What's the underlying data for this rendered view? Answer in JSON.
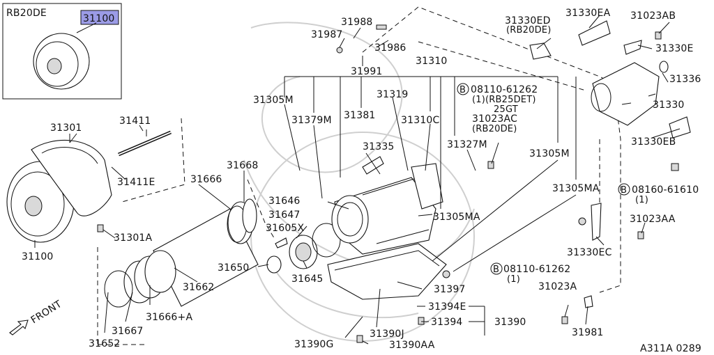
{
  "inset": {
    "model": "RB20DE",
    "part": "31100"
  },
  "labels": {
    "l31987": "31987",
    "l31988": "31988",
    "l31986": "31986",
    "l31991": "31991",
    "l31310": "31310",
    "l31319": "31319",
    "l31305M_a": "31305M",
    "l31379M": "31379M",
    "l31381": "31381",
    "l31310C": "31310C",
    "l31335": "31335",
    "l31327M": "31327M",
    "l31305M_b": "31305M",
    "l31305MA_a": "31305MA",
    "l31305MA_b": "31305MA",
    "l31330ED": "31330ED",
    "l31330ED_sub": "(RB20DE)",
    "l31330EA": "31330EA",
    "l31023AB": "31023AB",
    "l31330E": "31330E",
    "l31336": "31336",
    "l31330": "31330",
    "l31330EB": "31330EB",
    "l08160": "08160-61610",
    "l08160_q": "(1)",
    "l31023AA": "31023AA",
    "l31330EC": "31330EC",
    "l08110a": "08110-61262",
    "l08110a_sub1": "(1)(RB25DET)",
    "l08110a_sub2": "25GT",
    "l31023AC": "31023AC",
    "l31023AC_sub": "(RB20DE)",
    "l08110b": "08110-61262",
    "l08110b_q": "(1)",
    "l31023A": "31023A",
    "l31981": "31981",
    "l31301": "31301",
    "l31411": "31411",
    "l31411E": "31411E",
    "l31301A": "31301A",
    "l31100": "31100",
    "l31668": "31668",
    "l31666": "31666",
    "l31646": "31646",
    "l31647": "31647",
    "l31605X": "31605X",
    "l31650": "31650",
    "l31645": "31645",
    "l31662": "31662",
    "l31666A": "31666+A",
    "l31667": "31667",
    "l31652": "31652",
    "l31397": "31397",
    "l31394E": "31394E",
    "l31394": "31394",
    "l31390": "31390",
    "l31390J": "31390J",
    "l31390G": "31390G",
    "l31390AA": "31390AA",
    "front": "FRONT",
    "ref": "A311A 0289",
    "circB": "B"
  },
  "colors": {
    "highlight": "#9b9be6",
    "ink": "#111111"
  }
}
